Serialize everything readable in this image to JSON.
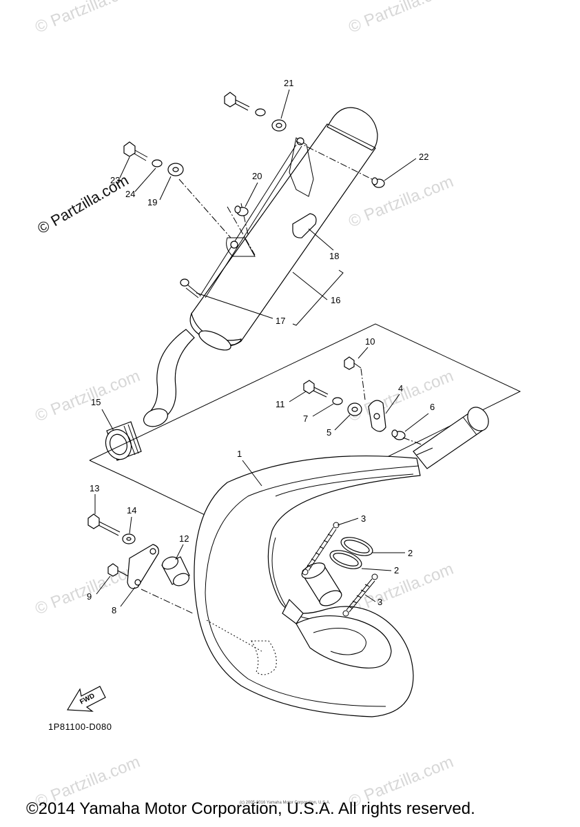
{
  "watermark": {
    "text": "© Partzilla.com"
  },
  "callouts": {
    "c1": "1",
    "c2a": "2",
    "c2b": "2",
    "c3a": "3",
    "c3b": "3",
    "c4": "4",
    "c5": "5",
    "c6": "6",
    "c7": "7",
    "c8": "8",
    "c9": "9",
    "c10": "10",
    "c11": "11",
    "c12": "12",
    "c13": "13",
    "c14": "14",
    "c15": "15",
    "c16": "16",
    "c17": "17",
    "c18": "18",
    "c19": "19",
    "c20": "20",
    "c21": "21",
    "c22": "22",
    "c23": "23",
    "c24": "24"
  },
  "fwd_label": "FWD",
  "diagram_code": "1P81100-D080",
  "fine_print": "(c) 2005-2016 Yamaha Motor Corporation, U.S.A.",
  "copyright": "©2014 Yamaha Motor Corporation, U.S.A. All rights reserved."
}
